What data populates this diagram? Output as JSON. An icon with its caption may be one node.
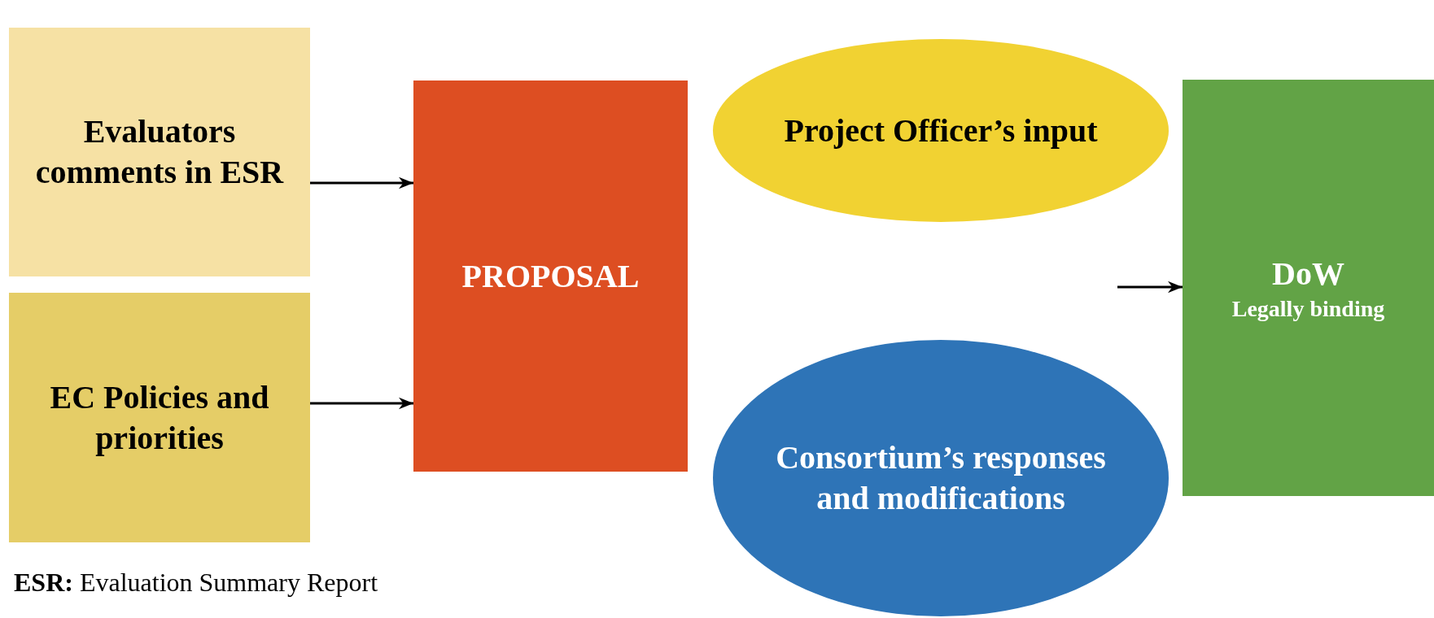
{
  "diagram": {
    "nodes": [
      {
        "text": [
          "Evaluators comments in ESR"
        ]
      },
      {
        "text": [
          "EC Policies and priorities"
        ]
      },
      {
        "text": [
          "PROPOSAL"
        ]
      },
      {
        "text": [
          "Project Officer’s input"
        ]
      },
      {
        "text": [
          "Consortium’s responses and modifications"
        ]
      },
      {
        "text": [
          "DoW",
          "Legally binding"
        ]
      }
    ],
    "edges": [
      {
        "from": 0,
        "to": 2,
        "arrow": "to"
      },
      {
        "from": 1,
        "to": 2,
        "arrow": "to"
      },
      {
        "from": null,
        "to": 5,
        "arrow": "to"
      }
    ],
    "labels": [
      "**ESR:** Evaluation Summary Report"
    ]
  }
}
